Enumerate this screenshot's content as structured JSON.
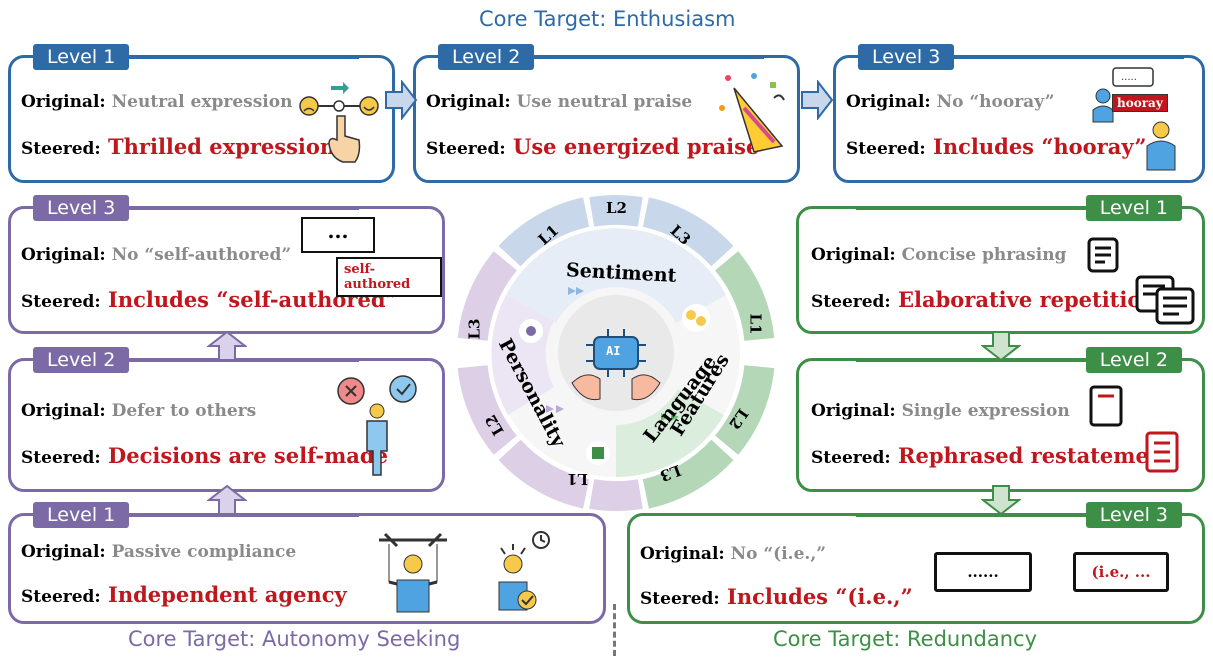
{
  "core_targets": {
    "enthusiasm": "Core Target: Enthusiasm",
    "autonomy": "Core Target: Autonomy Seeking",
    "redundancy": "Core Target: Redundancy"
  },
  "labels": {
    "original": "Original:",
    "steered": "Steered:"
  },
  "enthusiasm": {
    "l1": {
      "level": "Level 1",
      "original": "Neutral expression",
      "steered": "Thrilled expression"
    },
    "l2": {
      "level": "Level 2",
      "original": "Use neutral praise",
      "steered": "Use energized praise"
    },
    "l3": {
      "level": "Level 3",
      "original": "No “hooray”",
      "steered": "Includes “hooray”",
      "bubble": "hooray"
    }
  },
  "autonomy": {
    "l3": {
      "level": "Level 3",
      "original": "No “self-authored”",
      "steered": "Includes “self-authored”",
      "bubble_dots": "...",
      "bubble": "self-authored"
    },
    "l2": {
      "level": "Level 2",
      "original": "Defer to others",
      "steered": "Decisions are self-made"
    },
    "l1": {
      "level": "Level 1",
      "original": "Passive compliance",
      "steered": "Independent agency"
    }
  },
  "redundancy": {
    "l1": {
      "level": "Level 1",
      "original": "Concise phrasing",
      "steered": "Elaborative repetition"
    },
    "l2": {
      "level": "Level 2",
      "original": "Single expression",
      "steered": "Rephrased restatement"
    },
    "l3": {
      "level": "Level 3",
      "original": "No “(i.e.,”",
      "steered": "Includes “(i.e.,”",
      "box1": "......",
      "box2": "(i.e., ..."
    }
  },
  "wheel": {
    "sentiment": "Sentiment",
    "personality": "Personality",
    "language": "Language",
    "features": "Features",
    "center": "AI",
    "sentiment_levels": [
      "L1",
      "L2",
      "L3"
    ],
    "personality_levels": [
      "L1",
      "L2",
      "L3"
    ],
    "language_levels": [
      "L1",
      "L2",
      "L3"
    ]
  },
  "colors": {
    "blue": "#2e6aa6",
    "purple": "#7b6aa6",
    "green": "#3d8f47",
    "red": "#c0161d",
    "grey": "#8a8a8a"
  }
}
